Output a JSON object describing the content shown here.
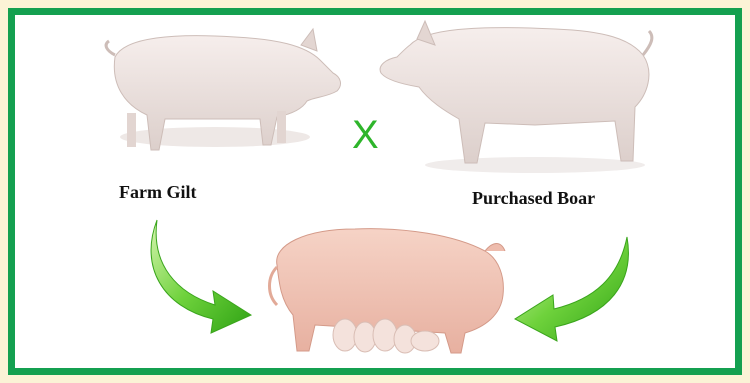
{
  "diagram": {
    "left_parent_label": "Farm Gilt",
    "right_parent_label": "Purchased Boar",
    "cross_symbol": "X"
  },
  "colors": {
    "outer_background": "#fbf3d6",
    "border": "#14a050",
    "cross": "#2eb52b",
    "arrow": "#4cc92a",
    "pig_body": "#eee4e1",
    "sow_body": "#f2c6b8"
  },
  "icons": {
    "left_parent": "white-gilt-pig",
    "right_parent": "white-boar-pig",
    "offspring": "sow-nursing-piglets",
    "left_arrow": "curved-arrow-down-right",
    "right_arrow": "curved-arrow-down-left"
  }
}
